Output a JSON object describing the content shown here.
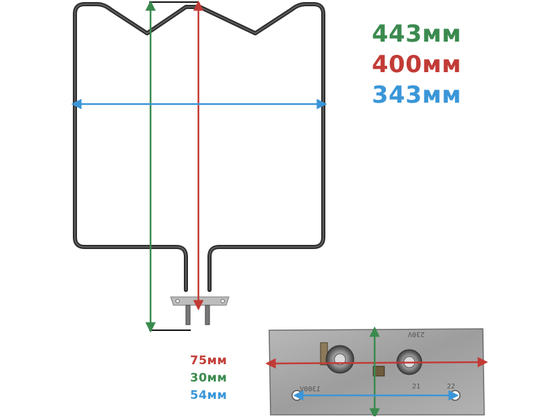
{
  "main_dimensions": {
    "height": {
      "text": "443мм",
      "color": "#3a8a4e"
    },
    "length": {
      "text": "400мм",
      "color": "#c23b36"
    },
    "width": {
      "text": "343мм",
      "color": "#3a96d8"
    }
  },
  "bracket_dimensions": {
    "length": {
      "text": "75мм",
      "color": "#c23b36"
    },
    "height": {
      "text": "30мм",
      "color": "#3a8a4e"
    },
    "spacing": {
      "text": "54мм",
      "color": "#3a96d8"
    }
  },
  "plate_markings": {
    "voltage": "230V",
    "power": "1300V",
    "num1": "21",
    "num2": "22"
  },
  "colors": {
    "element_tube": "#2f2f2f",
    "plate": "#a9a9a9",
    "green": "#3a8a4e",
    "red": "#c23b36",
    "blue": "#3a96d8"
  }
}
